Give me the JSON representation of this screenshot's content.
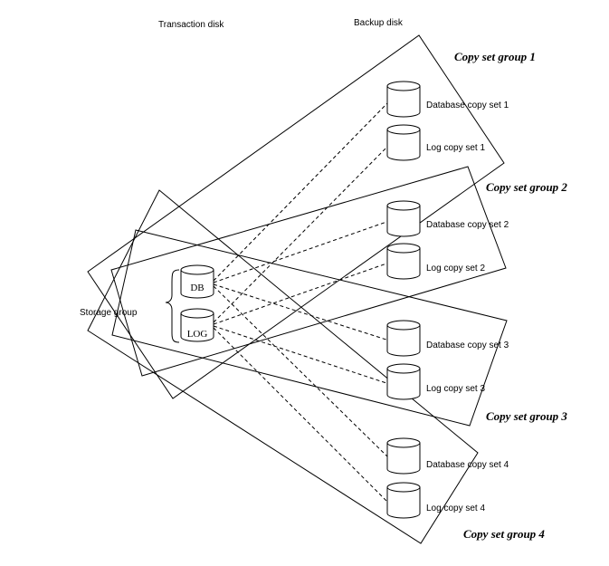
{
  "headers": {
    "transaction_disk": "Transaction disk",
    "backup_disk": "Backup disk"
  },
  "storage_group": {
    "label": "Storage group",
    "db_label": "DB",
    "log_label": "LOG"
  },
  "groups": [
    {
      "title": "Copy set group 1",
      "database_label": "Database copy set 1",
      "log_label": "Log copy set 1"
    },
    {
      "title": "Copy set group 2",
      "database_label": "Database copy set 2",
      "log_label": "Log copy set 2"
    },
    {
      "title": "Copy set group 3",
      "database_label": "Database copy set 3",
      "log_label": "Log copy set 3"
    },
    {
      "title": "Copy set group 4",
      "database_label": "Database copy set 4",
      "log_label": "Log copy set 4"
    }
  ]
}
